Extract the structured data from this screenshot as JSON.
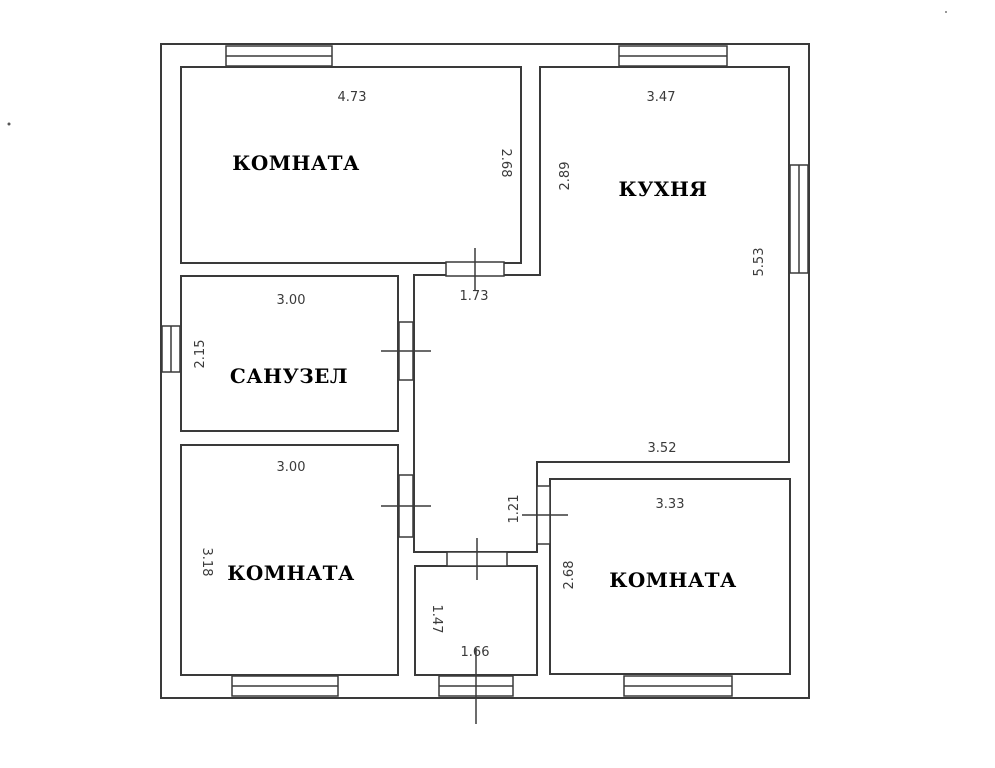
{
  "rooms": {
    "room_top_left": {
      "name": "КОМНАТА",
      "width": "4.73",
      "height": "2.68"
    },
    "kitchen": {
      "name": "КУХНЯ",
      "width_top": "3.47",
      "height_left": "2.89",
      "height_right": "5.53",
      "width_bottom": "3.52"
    },
    "bathroom": {
      "name": "САНУЗЕЛ",
      "width": "3.00",
      "height": "2.15"
    },
    "room_bottom_left": {
      "name": "КОМНАТА",
      "width": "3.00",
      "height": "3.18"
    },
    "room_bottom_right": {
      "name": "КОМНАТА",
      "width": "3.33",
      "height": "2.68"
    },
    "hallway": {
      "width": "1.73",
      "height": "1.21"
    },
    "vestibule": {
      "width": "1.66",
      "height": "1.47"
    }
  },
  "colors": {
    "wall": "#3a3a3a",
    "background": "#ffffff",
    "label": "#000000"
  }
}
